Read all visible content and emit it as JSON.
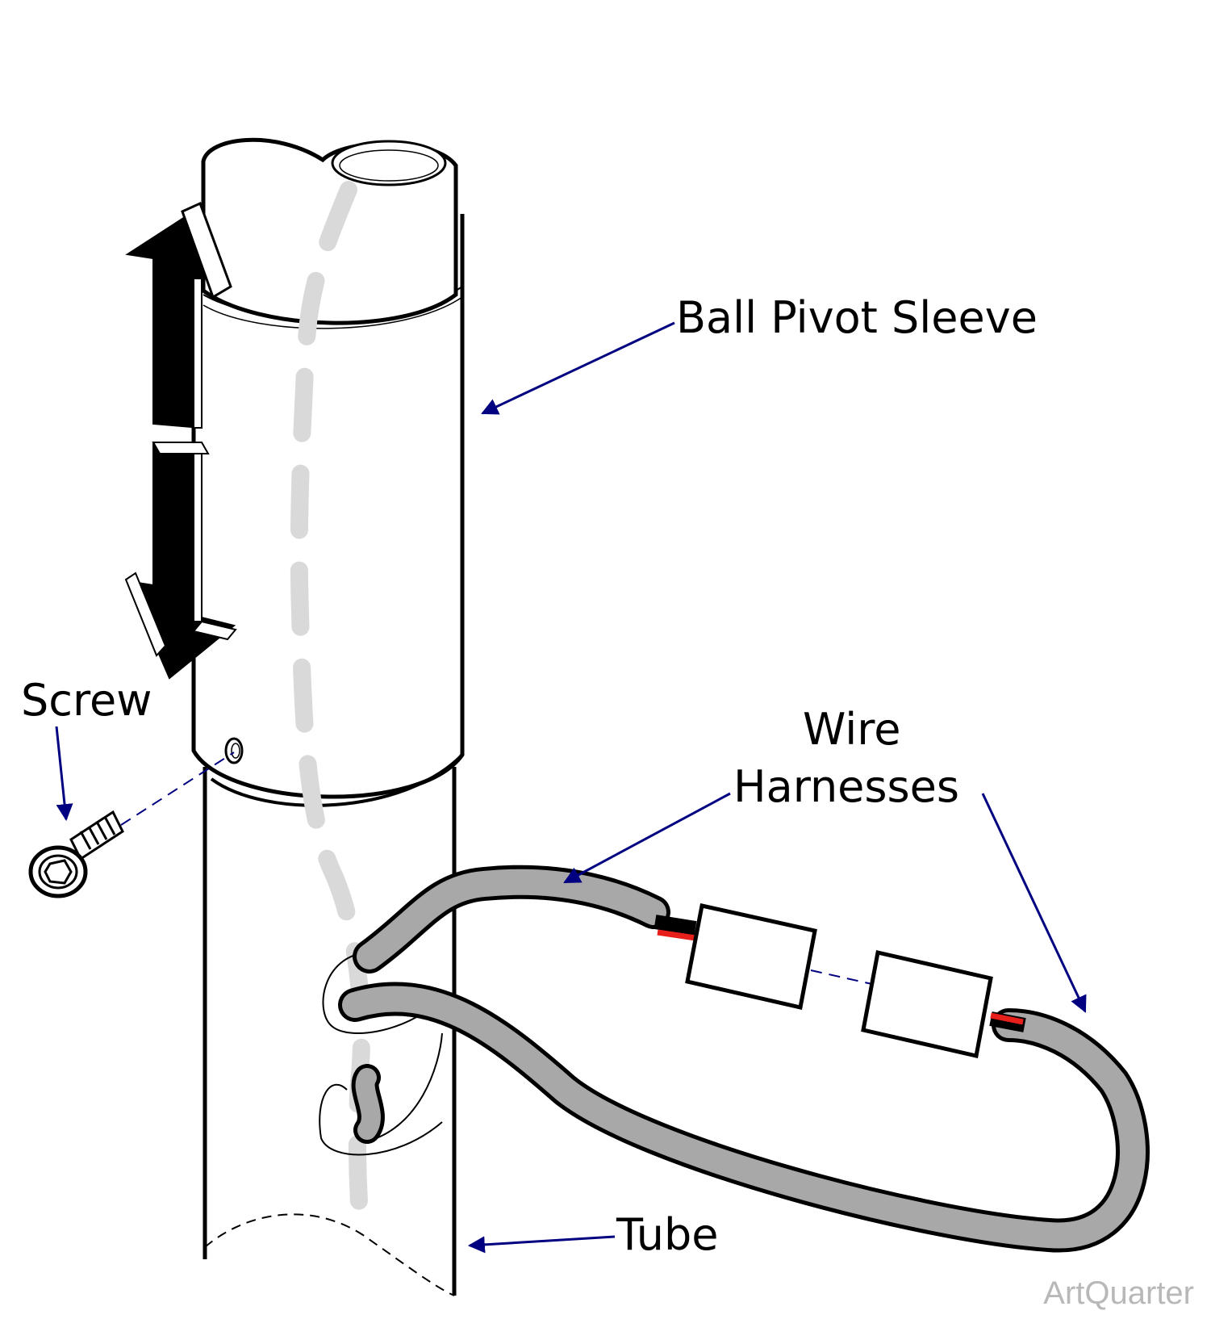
{
  "labels": {
    "ball_pivot_sleeve": "Ball Pivot Sleeve",
    "screw": "Screw",
    "wire": "Wire",
    "harnesses": "Harnesses",
    "tube": "Tube"
  },
  "watermark": "ArtQuarter",
  "colors": {
    "leader_line": "#000080",
    "wire_fill": "#a8a8a8",
    "inner_wire_trace": "#d9d9d9",
    "red_conductor": "#e8201c",
    "watermark": "#b8b8b8"
  }
}
